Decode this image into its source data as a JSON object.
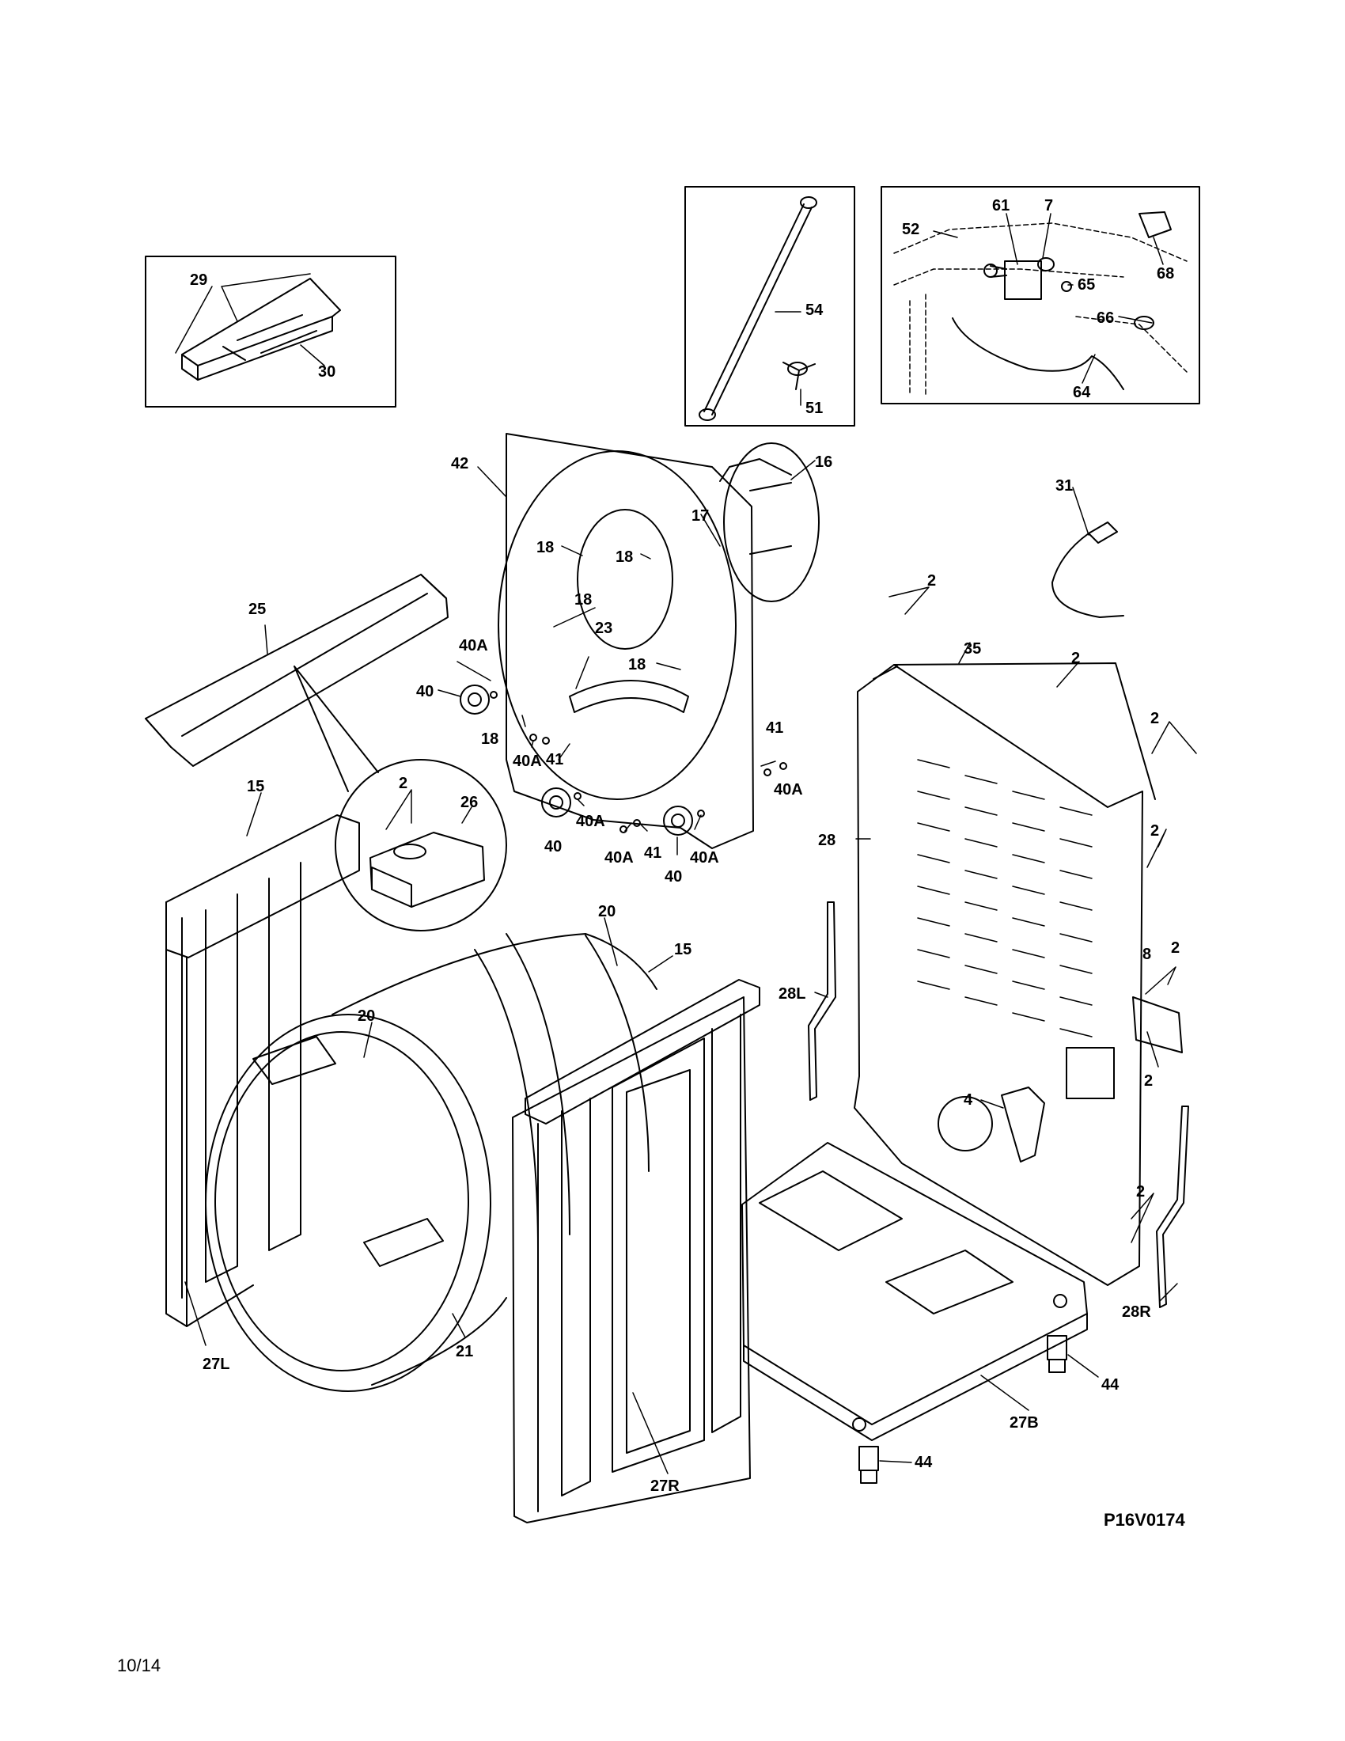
{
  "diagram_code": "P16V0174",
  "page_footer": "10/14",
  "callouts": {
    "c29": "29",
    "c30": "30",
    "c54": "54",
    "c51": "51",
    "c52": "52",
    "c61": "61",
    "c7": "7",
    "c68": "68",
    "c65": "65",
    "c66": "66",
    "c64": "64",
    "c42": "42",
    "c16": "16",
    "c17": "17",
    "c18a": "18",
    "c18b": "18",
    "c18c": "18",
    "c18d": "18",
    "c18e": "18",
    "c23": "23",
    "c40Aa": "40A",
    "c40a": "40",
    "c40Ab": "40A",
    "c41a": "41",
    "c40b": "40",
    "c40Ac": "40A",
    "c40Ad": "40A",
    "c41b": "41",
    "c40c": "40",
    "c40Ae": "40A",
    "c41c": "41",
    "c31": "31",
    "c35": "35",
    "c25": "25",
    "c2a": "2",
    "c2b": "2",
    "c2c": "2",
    "c2d": "2",
    "c2e": "2",
    "c2f": "2",
    "c2g": "2",
    "c2h": "2",
    "c26": "26",
    "c15a": "15",
    "c15b": "15",
    "c20a": "20",
    "c20b": "20",
    "c21": "21",
    "c28": "28",
    "c28L": "28L",
    "c28R": "28R",
    "c8": "8",
    "c4": "4",
    "c27L": "27L",
    "c27R": "27R",
    "c27B": "27B",
    "c44a": "44",
    "c44b": "44"
  }
}
